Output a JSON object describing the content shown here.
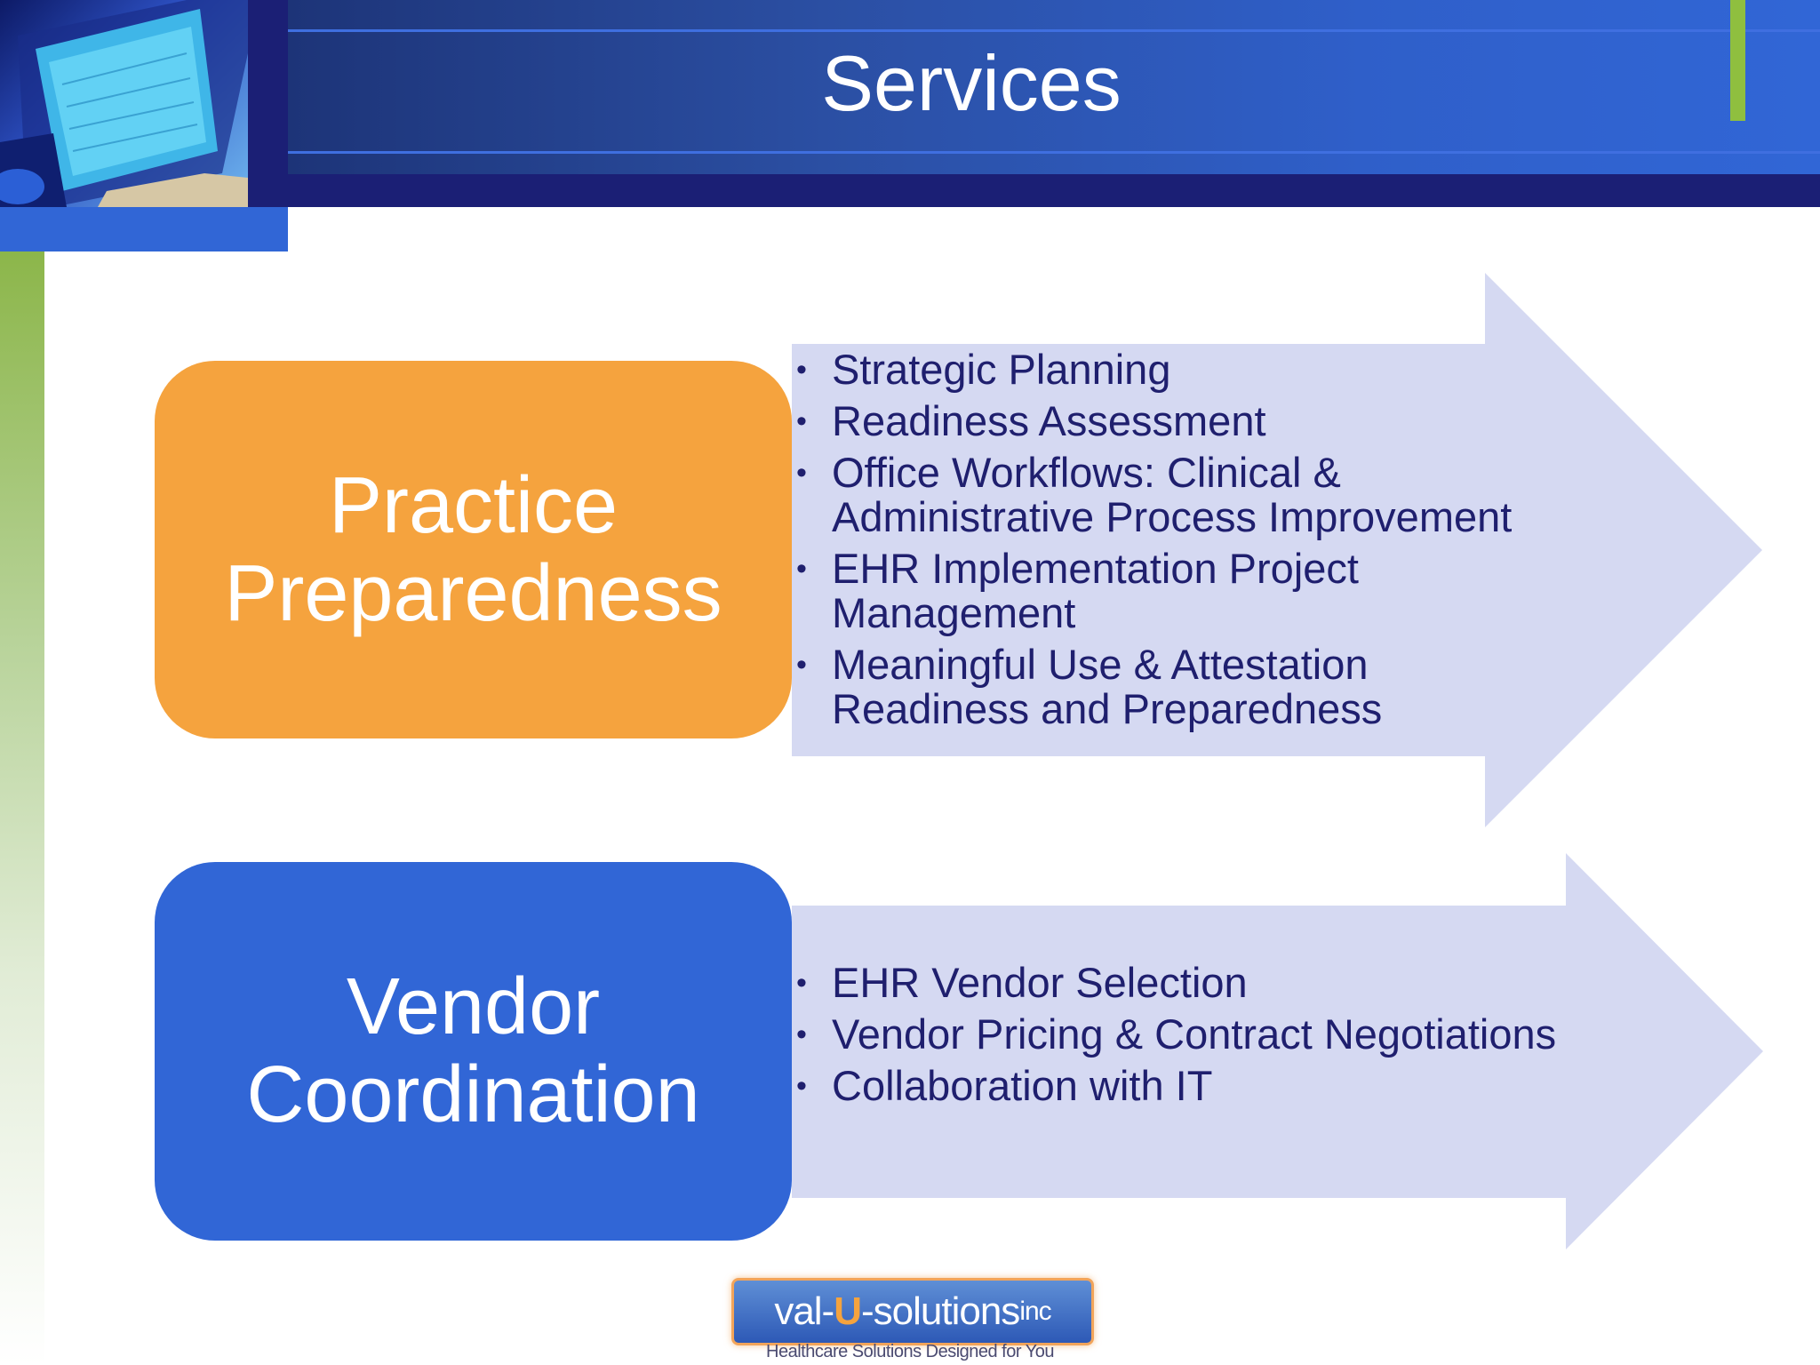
{
  "slide": {
    "title": "Services"
  },
  "practice": {
    "label_line1": "Practice",
    "label_line2": "Preparedness",
    "bullets": [
      {
        "line1": "Strategic Planning",
        "line2": ""
      },
      {
        "line1": "Readiness Assessment",
        "line2": ""
      },
      {
        "line1": "Office Workflows: Clinical &",
        "line2": "Administrative Process Improvement"
      },
      {
        "line1": "EHR Implementation Project",
        "line2": "Management"
      },
      {
        "line1": "Meaningful Use & Attestation",
        "line2": "Readiness and Preparedness"
      }
    ]
  },
  "vendor": {
    "label_line1": "Vendor",
    "label_line2": "Coordination",
    "bullets": [
      {
        "line1": "EHR Vendor Selection"
      },
      {
        "line1": "Vendor Pricing & Contract Negotiations"
      },
      {
        "line1": "Collaboration with IT"
      }
    ]
  },
  "logo": {
    "name_part1": "val-",
    "name_part2": "U",
    "name_part3": "-solutions",
    "name_part4": "inc",
    "tagline": "Healthcare Solutions Designed for You"
  },
  "colors": {
    "orange": "#f5a33e",
    "blue": "#3166d6",
    "navy": "#1b1f75",
    "arrow": "#d5d9f2",
    "text": "#1f1f6e",
    "green_accent": "#8fbf3f"
  }
}
